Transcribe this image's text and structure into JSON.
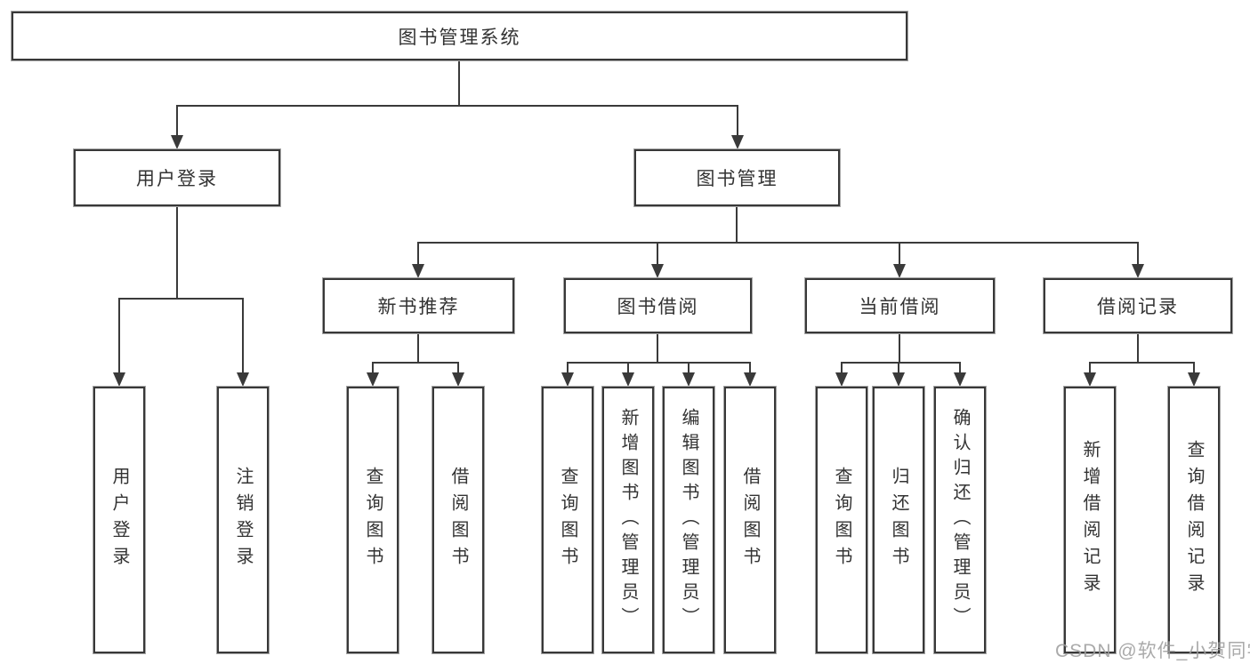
{
  "nodes": {
    "root": {
      "label": "图书管理系统"
    },
    "user_login": {
      "label": "用户登录"
    },
    "book_mgmt": {
      "label": "图书管理"
    },
    "user_login_leaf": {
      "label": "用户登录"
    },
    "logout_leaf": {
      "label": "注销登录"
    },
    "new_book_rec": {
      "label": "新书推荐"
    },
    "book_borrow": {
      "label": "图书借阅"
    },
    "current_borrow": {
      "label": "当前借阅"
    },
    "borrow_record": {
      "label": "借阅记录"
    },
    "rec_query_books": {
      "label": "查询图书"
    },
    "rec_borrow_books": {
      "label": "借阅图书"
    },
    "bb_query_books": {
      "label": "查询图书"
    },
    "bb_add_books": {
      "label": "新增图书（管理员）"
    },
    "bb_edit_books": {
      "label": "编辑图书（管理员）"
    },
    "bb_borrow_books": {
      "label": "借阅图书"
    },
    "cb_query_books": {
      "label": "查询图书"
    },
    "cb_return_books": {
      "label": "归还图书"
    },
    "cb_confirm_return": {
      "label": "确认归还（管理员）"
    },
    "br_add_record": {
      "label": "新增借阅记录"
    },
    "br_query_record": {
      "label": "查询借阅记录"
    }
  },
  "tree": {
    "root": [
      "user_login",
      "book_mgmt"
    ],
    "user_login": [
      "user_login_leaf",
      "logout_leaf"
    ],
    "book_mgmt": [
      "new_book_rec",
      "book_borrow",
      "current_borrow",
      "borrow_record"
    ],
    "new_book_rec": [
      "rec_query_books",
      "rec_borrow_books"
    ],
    "book_borrow": [
      "bb_query_books",
      "bb_add_books",
      "bb_edit_books",
      "bb_borrow_books"
    ],
    "current_borrow": [
      "cb_query_books",
      "cb_return_books",
      "cb_confirm_return"
    ],
    "borrow_record": [
      "br_add_record",
      "br_query_record"
    ]
  },
  "watermark": {
    "text": "CSDN @软件_小贺同学"
  },
  "colors": {
    "line": "#3a3a3a",
    "box_border": "#383838",
    "text": "#333333",
    "watermark": "#9e9e9e",
    "background": "#ffffff"
  }
}
